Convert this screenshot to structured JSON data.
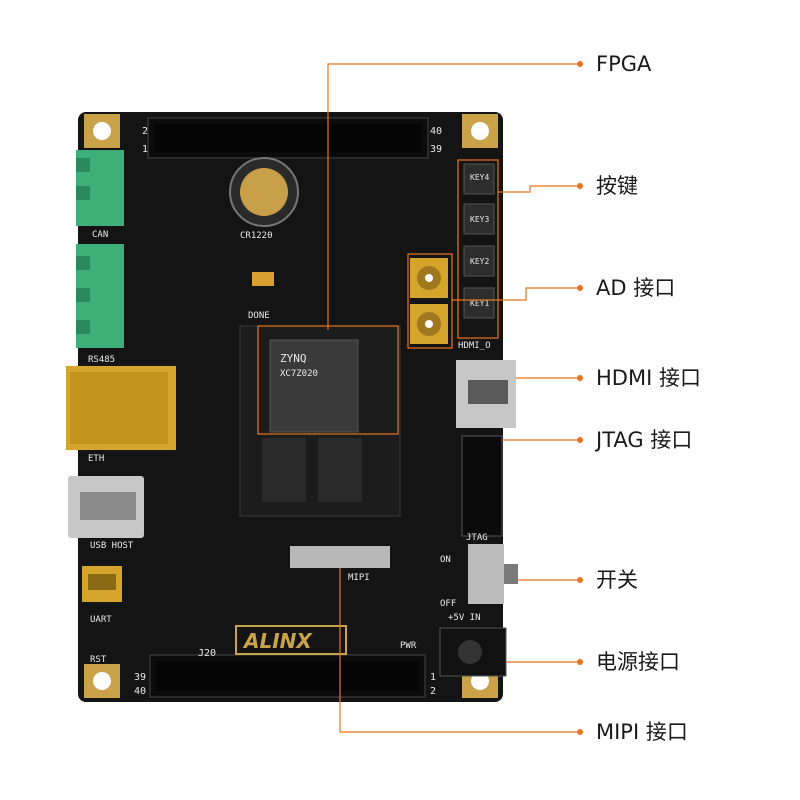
{
  "colors": {
    "accent": "#E8741E",
    "pcb": "#141414",
    "gold": "#C9A24A",
    "terminal_green": "#3FAF7A",
    "ethernet_gold": "#D4A52A"
  },
  "callouts": [
    {
      "id": "fpga",
      "text": "FPGA"
    },
    {
      "id": "keys",
      "text": "按键"
    },
    {
      "id": "ad",
      "text": "AD 接口"
    },
    {
      "id": "hdmi",
      "text": "HDMI 接口"
    },
    {
      "id": "jtag",
      "text": "JTAG 接口"
    },
    {
      "id": "switch",
      "text": "开关"
    },
    {
      "id": "power",
      "text": "电源接口"
    },
    {
      "id": "mipi",
      "text": "MIPI 接口"
    }
  ],
  "board": {
    "brand": "ALINX",
    "chip_brand": "ZYNQ",
    "chip_model": "XC7Z020",
    "silkscreen": {
      "can": "CAN",
      "rs485": "RS485",
      "eth": "ETH",
      "usb_host": "USB HOST",
      "uart": "UART",
      "rst": "RST",
      "done": "DONE",
      "mipi": "MIPI",
      "hdmi_o": "HDMI_O",
      "jtag": "JTAG",
      "on": "ON",
      "off": "OFF",
      "vin": "+5V IN",
      "pwr": "PWR",
      "cr1220": "CR1220",
      "j20": "J20",
      "pin2_top": "2",
      "pin40_top": "40",
      "pin1_top": "1",
      "pin39_top": "39",
      "pin39_bottom": "39",
      "pin40_bottom": "40",
      "pin1_bottom": "1",
      "pin2_bottom": "2",
      "key1": "KEY1",
      "key2": "KEY2",
      "key3": "KEY3",
      "key4": "KEY4"
    }
  }
}
